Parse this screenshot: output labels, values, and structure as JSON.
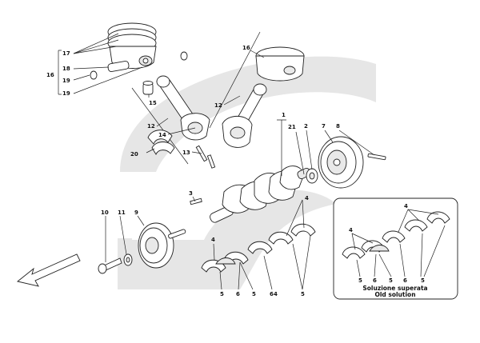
{
  "diagram": {
    "callouts": [
      {
        "id": "c17",
        "text": "17"
      },
      {
        "id": "c18",
        "text": "18"
      },
      {
        "id": "c16a",
        "text": "16"
      },
      {
        "id": "c19a",
        "text": "19"
      },
      {
        "id": "c19b",
        "text": "19"
      },
      {
        "id": "c15",
        "text": "15"
      },
      {
        "id": "c16b",
        "text": "16"
      },
      {
        "id": "c12a",
        "text": "12"
      },
      {
        "id": "c12b",
        "text": "12"
      },
      {
        "id": "c14",
        "text": "14"
      },
      {
        "id": "c13",
        "text": "13"
      },
      {
        "id": "c20",
        "text": "20"
      },
      {
        "id": "c1",
        "text": "1"
      },
      {
        "id": "c21",
        "text": "21"
      },
      {
        "id": "c2",
        "text": "2"
      },
      {
        "id": "c7",
        "text": "7"
      },
      {
        "id": "c8",
        "text": "8"
      },
      {
        "id": "c3",
        "text": "3"
      },
      {
        "id": "c10",
        "text": "10"
      },
      {
        "id": "c11",
        "text": "11"
      },
      {
        "id": "c9",
        "text": "9"
      },
      {
        "id": "c4a",
        "text": "4"
      },
      {
        "id": "c4b",
        "text": "4"
      },
      {
        "id": "c4c",
        "text": "4"
      },
      {
        "id": "c5a",
        "text": "5"
      },
      {
        "id": "c6a",
        "text": "6"
      },
      {
        "id": "c5b",
        "text": "5"
      },
      {
        "id": "c6b",
        "text": "6"
      },
      {
        "id": "c4d",
        "text": "4"
      },
      {
        "id": "c5c",
        "text": "5"
      },
      {
        "id": "c4e",
        "text": "4"
      },
      {
        "id": "c4f",
        "text": "4"
      },
      {
        "id": "c5d",
        "text": "5"
      },
      {
        "id": "c6c",
        "text": "6"
      },
      {
        "id": "c5e",
        "text": "5"
      },
      {
        "id": "c6d",
        "text": "6"
      },
      {
        "id": "c5f",
        "text": "5"
      }
    ],
    "inset_caption": {
      "line1": "Soluzione superata",
      "line2": "Old solution"
    }
  }
}
